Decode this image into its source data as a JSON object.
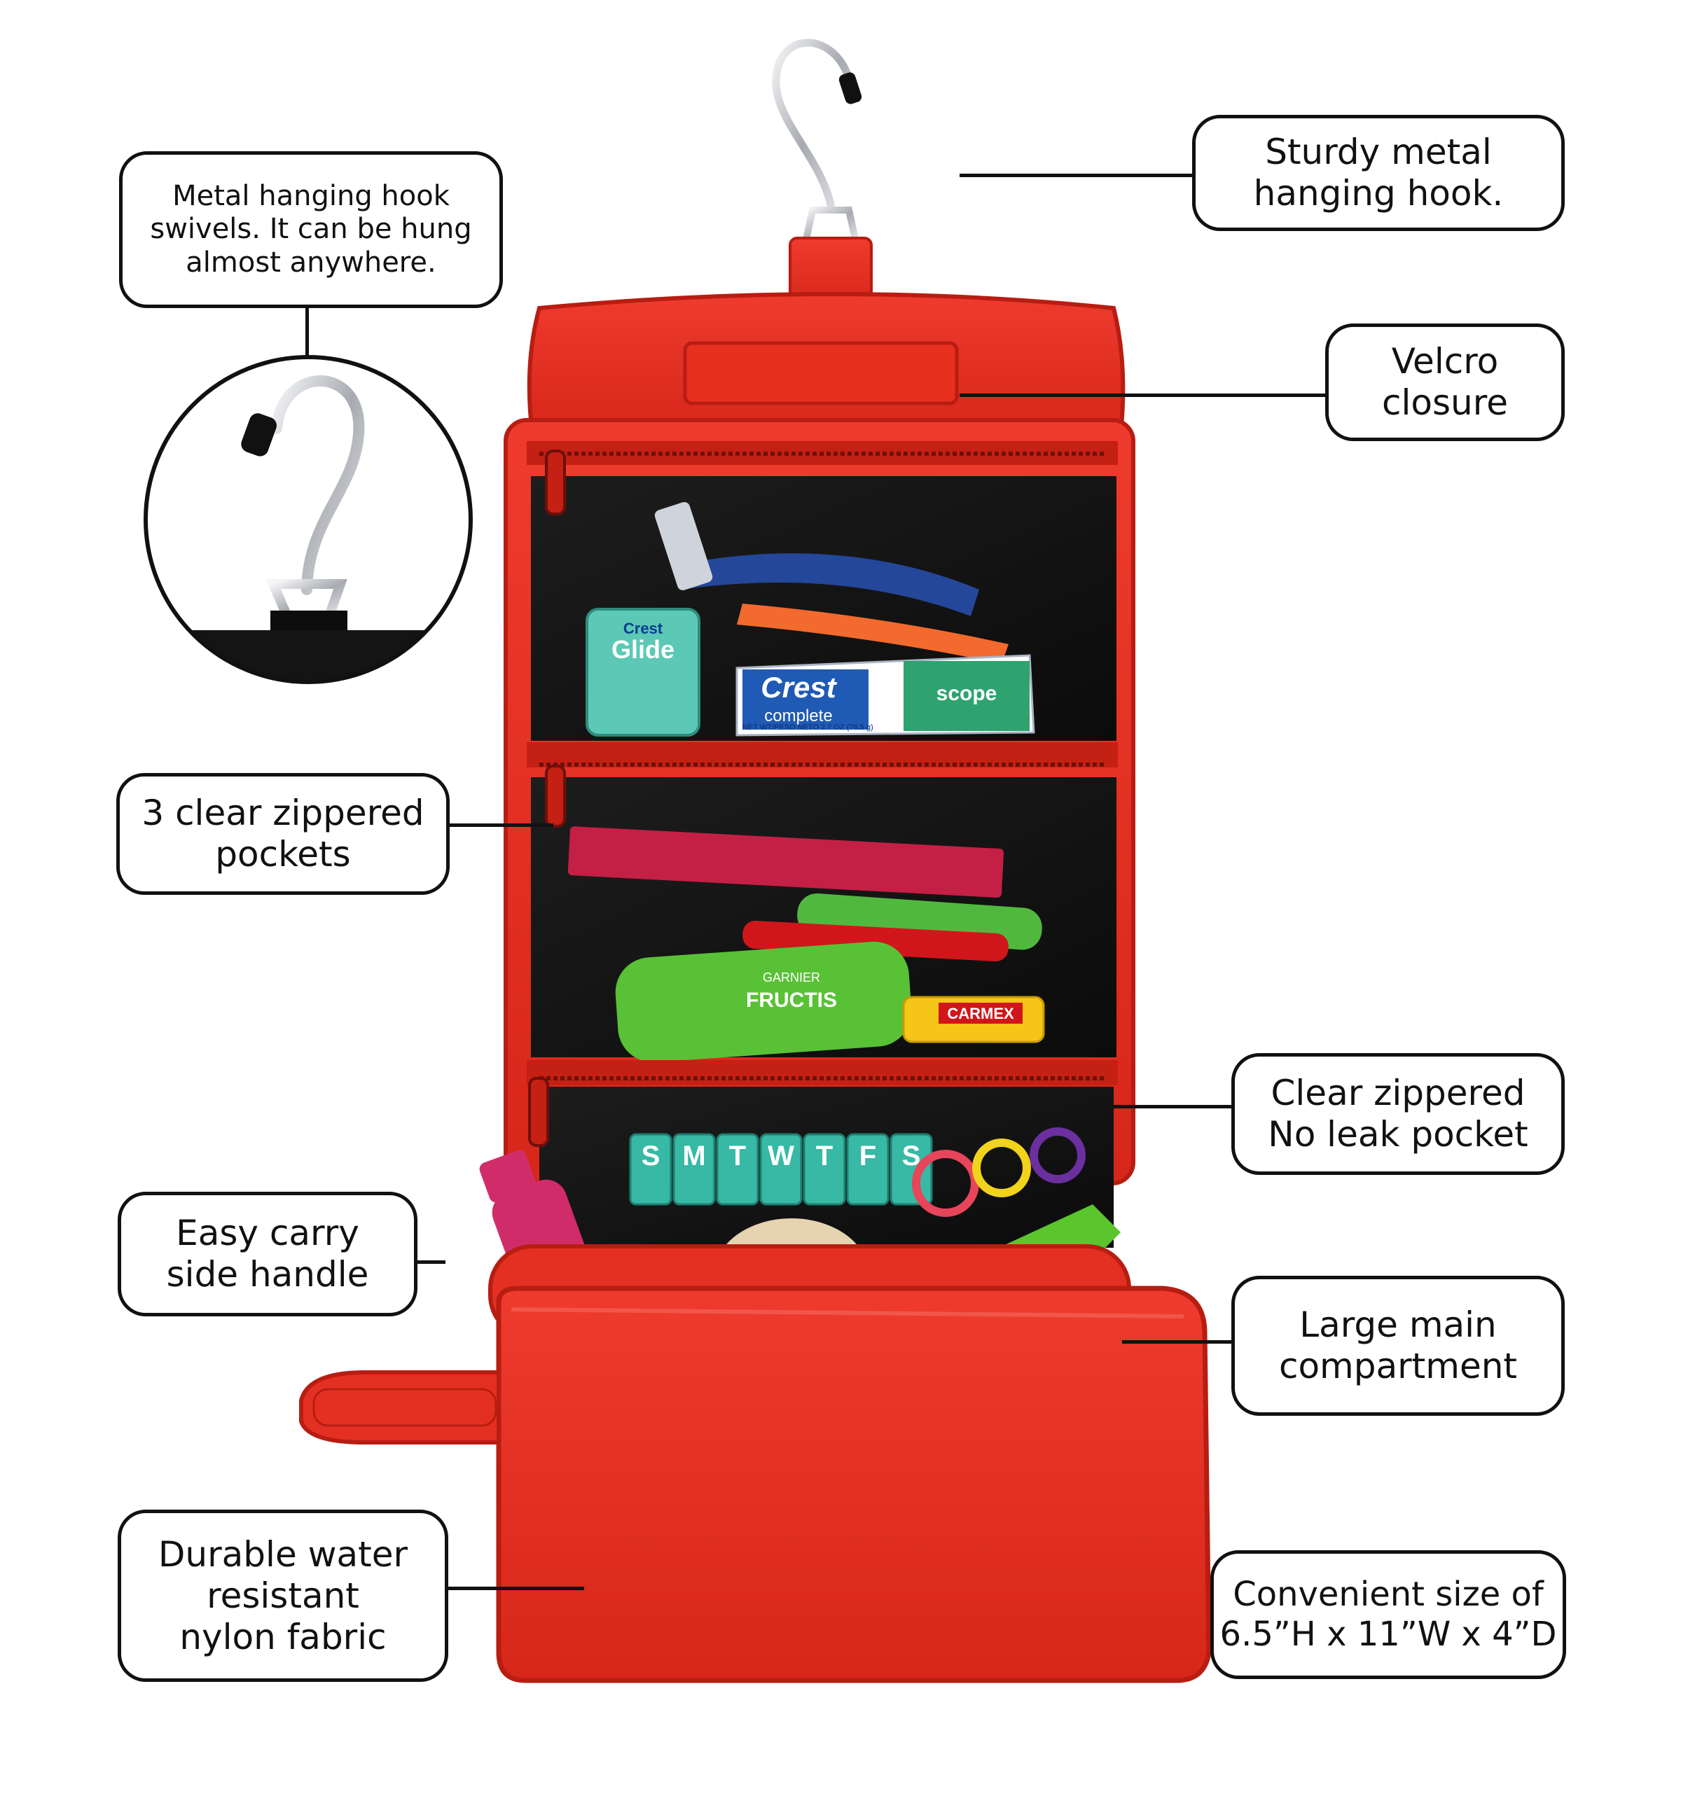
{
  "colors": {
    "bag_red": "#e32a1c",
    "bag_red_dark": "#b81d12",
    "bag_red_light": "#f2453a",
    "pocket_black": "#141414",
    "hook_silver": "#c9cbcf",
    "outline": "#111111",
    "background": "#ffffff"
  },
  "callouts": {
    "swivel_hook": [
      "Metal hanging hook",
      "swivels. It can be hung",
      "almost anywhere."
    ],
    "metal_hook": [
      "Sturdy metal",
      "hanging hook."
    ],
    "velcro": [
      "Velcro",
      "closure"
    ],
    "zippered_pockets": [
      "3 clear zippered",
      "pockets"
    ],
    "no_leak_pocket": [
      "Clear zippered",
      "No leak pocket"
    ],
    "side_handle": [
      "Easy carry",
      "side handle"
    ],
    "main_compartment": [
      "Large main",
      "compartment"
    ],
    "fabric": [
      "Durable water",
      "resistant",
      "nylon fabric"
    ],
    "size": [
      "Convenient size of",
      "6.5”H x 11”W x 4”D"
    ]
  },
  "product_labels": {
    "floss_brand": "Crest",
    "floss_name": "Glide",
    "toothpaste_brand": "Crest",
    "toothpaste_line": "complete",
    "toothpaste_flavor": "scope",
    "toothpaste_fine_print": "NET WT/PESO NETO 2.7 OZ (76.5 g)",
    "pill_box_days": [
      "S",
      "M",
      "T",
      "W",
      "T",
      "F",
      "S"
    ],
    "shampoo_brand": "GARNIER",
    "shampoo_name": "FRUCTIS",
    "lip_balm": "CARMEX"
  },
  "icons": {
    "hook": "hanger-hook-icon",
    "zipper": "zipper-pull-icon"
  }
}
